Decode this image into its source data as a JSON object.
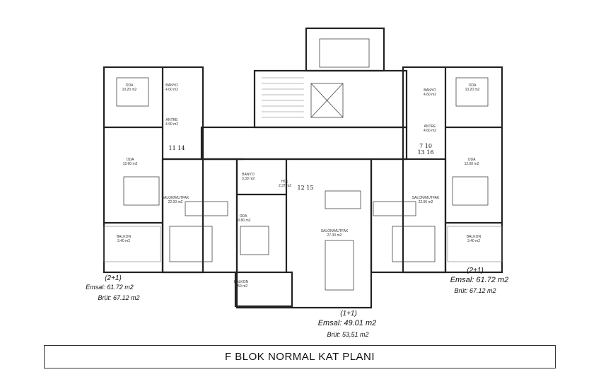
{
  "title": "F BLOK NORMAL KAT PLANI",
  "rooms": {
    "left_oda1": {
      "name": "ODA",
      "area": "10.20 m2"
    },
    "left_banyo": {
      "name": "BANYO",
      "area": "4.60 m2"
    },
    "left_antre": {
      "name": "ANTRE",
      "area": "4.90 m2"
    },
    "left_oda2": {
      "name": "ODA",
      "area": "12.60 m2"
    },
    "left_salon": {
      "name": "SALON/MUTFAK",
      "area": "22.00 m2"
    },
    "left_balkon": {
      "name": "BALKON",
      "area": "3.40 m2"
    },
    "mid_banyo": {
      "name": "BANYO",
      "area": "3.30 m2"
    },
    "mid_hol": {
      "name": "HOL",
      "area": "2.37 m2"
    },
    "mid_oda": {
      "name": "ODA",
      "area": "10.80 m2"
    },
    "mid_salon": {
      "name": "SALON/MUTFAK",
      "area": "27.30 m2"
    },
    "mid_balkon": {
      "name": "BALKON",
      "area": "4.50 m2"
    },
    "right_oda1": {
      "name": "ODA",
      "area": "10.20 m2"
    },
    "right_banyo": {
      "name": "BANYO",
      "area": "4.60 m2"
    },
    "right_antre": {
      "name": "ANTRE",
      "area": "4.60 m2"
    },
    "right_oda2": {
      "name": "ODA",
      "area": "12.60 m2"
    },
    "right_salon": {
      "name": "SALON/MUTFAK",
      "area": "22.00 m2"
    },
    "right_balkon": {
      "name": "BALKON",
      "area": "3.40 m2"
    }
  },
  "unit_numbers": {
    "left": "11 14",
    "mid": "12 15",
    "right_1": "7 10",
    "right_2": "13 16"
  },
  "units": {
    "left": {
      "type": "(2+1)",
      "emsal": "Emsal: 61.72 m2",
      "brut": "Brüt: 67.12 m2"
    },
    "right": {
      "type": "(2+1)",
      "emsal": "Emsal: 61.72 m2",
      "brut": "Brüt: 67.12 m2"
    },
    "mid": {
      "type": "(1+1)",
      "emsal": "Emsal: 49.01 m2",
      "brut": "Brüt: 53,51 m2"
    }
  }
}
